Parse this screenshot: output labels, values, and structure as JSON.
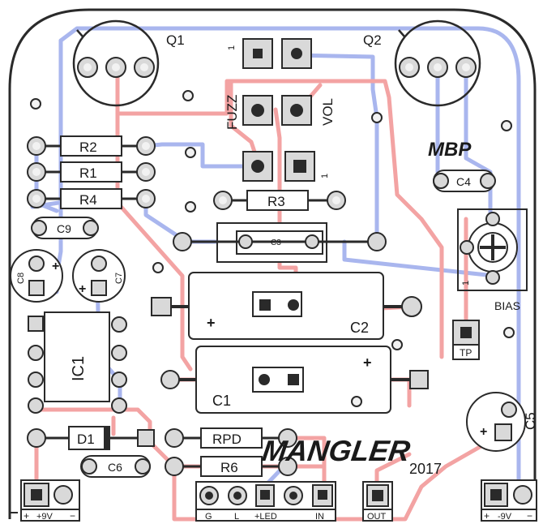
{
  "colors": {
    "board": "#c9c9c9",
    "outline": "#2a2a2a",
    "trace_red": "#f3a3a3",
    "trace_blue": "#a9b6ee",
    "pad": "#d9d9d9",
    "pad_hole": "#f2f2f2",
    "ink": "#1a1a1a"
  },
  "labels": {
    "q1": "Q1",
    "q2": "Q2",
    "fuzz": "FUZZ",
    "vol": "VOL",
    "mbp": "MBP",
    "r2": "R2",
    "r1": "R1",
    "r4": "R4",
    "r3": "R3",
    "c9": "C9",
    "c4": "C4",
    "c3": "C3",
    "c8": "C8",
    "c7": "C7",
    "ic1": "IC1",
    "c2": "C2",
    "c1": "C1",
    "bias": "BIAS",
    "tp": "TP",
    "d1": "D1",
    "rpd": "RPD",
    "r6": "R6",
    "c6": "C6",
    "c5": "C5",
    "mangler": "MANGLER",
    "year": "2017",
    "pin1_a": "1",
    "pin1_b": "1",
    "pin1_c": "1",
    "plus_c2": "+",
    "plus_c1": "+",
    "plus_c8": "+",
    "plus_c7": "+",
    "plus_c5": "+",
    "pwr_left": "+9V",
    "pwr_left_plus": "+",
    "pwr_left_minus": "−",
    "pwr_right": "-9V",
    "pwr_right_plus": "+",
    "pwr_right_minus": "−",
    "hdr_g": "G",
    "hdr_l": "L",
    "hdr_led": "+LED",
    "hdr_in": "IN",
    "hdr_out": "OUT"
  }
}
